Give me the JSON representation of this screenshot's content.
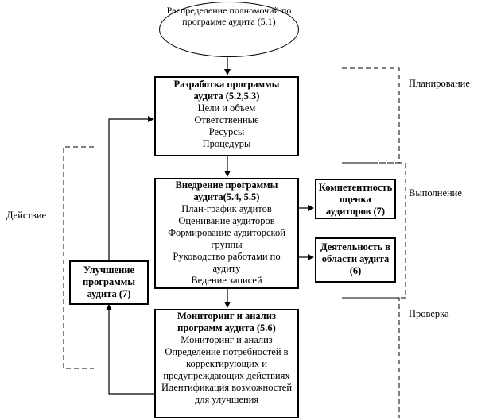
{
  "start": {
    "line1": "Распределение",
    "line2": "полномочий по",
    "line3": "программе",
    "line4": "аудита (5.1)"
  },
  "plan_box": {
    "title1": "Разработка программы",
    "title2": "аудита (5.2,5.3)",
    "items": [
      "Цели и объем",
      "Ответственные",
      "Ресурсы",
      "Процедуры"
    ]
  },
  "do_box": {
    "title1": "Внедрение программы",
    "title2": "аудита(5.4, 5.5)",
    "items": [
      "План-график аудитов",
      "Оценивание аудиторов",
      "Формирование аудиторской",
      "группы",
      "Руководство работами по",
      "аудиту",
      "Ведение записей"
    ]
  },
  "check_box": {
    "title1": "Мониторинг и анализ",
    "title2": "программ аудита (5.6)",
    "items": [
      "Мониторинг и анализ",
      "Определение потребностей в",
      "корректирующих и",
      "предупреждающих  действиях",
      "Идентификация возможностей",
      "для улучшения"
    ]
  },
  "improve_box": {
    "line1": "Улучшение",
    "line2": "программы",
    "line3": "аудита (7)"
  },
  "competence_box": {
    "line1": "Компетентность",
    "line2": "оценка",
    "line3": "аудиторов (7)"
  },
  "activity_box": {
    "line1": "Деятельность в",
    "line2": "области аудита",
    "line3": "(6)"
  },
  "phase_labels": {
    "plan": "Планирование",
    "do": "Выполнение",
    "check": "Проверка",
    "act": "Действие"
  }
}
